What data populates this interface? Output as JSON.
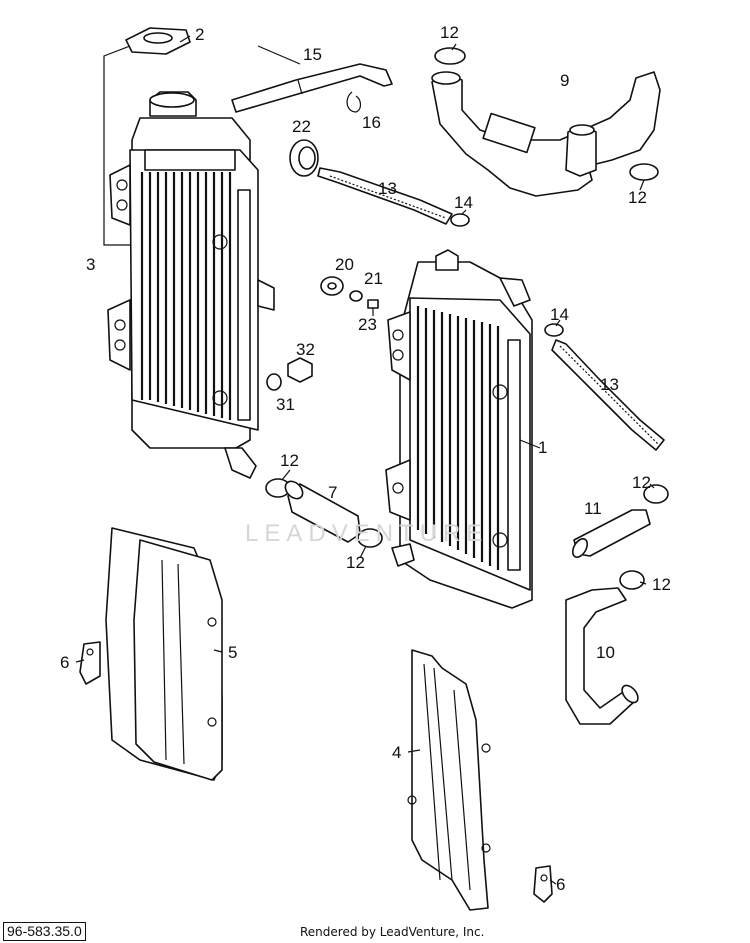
{
  "diagram_id": "96-583.35.0",
  "render_credit": "Rendered by LeadVenture, Inc.",
  "watermark_text": "LEADVENTURE",
  "callouts": {
    "c2": "2",
    "c3": "3",
    "c15": "15",
    "c16": "16",
    "c22": "22",
    "c13a": "13",
    "c14a": "14",
    "c12a": "12",
    "c9": "9",
    "c12b": "12",
    "c20": "20",
    "c21": "21",
    "c23": "23",
    "c32": "32",
    "c31": "31",
    "c14b": "14",
    "c13b": "13",
    "c1": "1",
    "c12c": "12",
    "c7": "7",
    "c12d": "12",
    "c12e": "12",
    "c11": "11",
    "c12f": "12",
    "c10": "10",
    "c5": "5",
    "c6a": "6",
    "c4": "4",
    "c6b": "6"
  },
  "colors": {
    "line": "#111111",
    "watermark": "#d6d6d6",
    "background": "#ffffff"
  }
}
